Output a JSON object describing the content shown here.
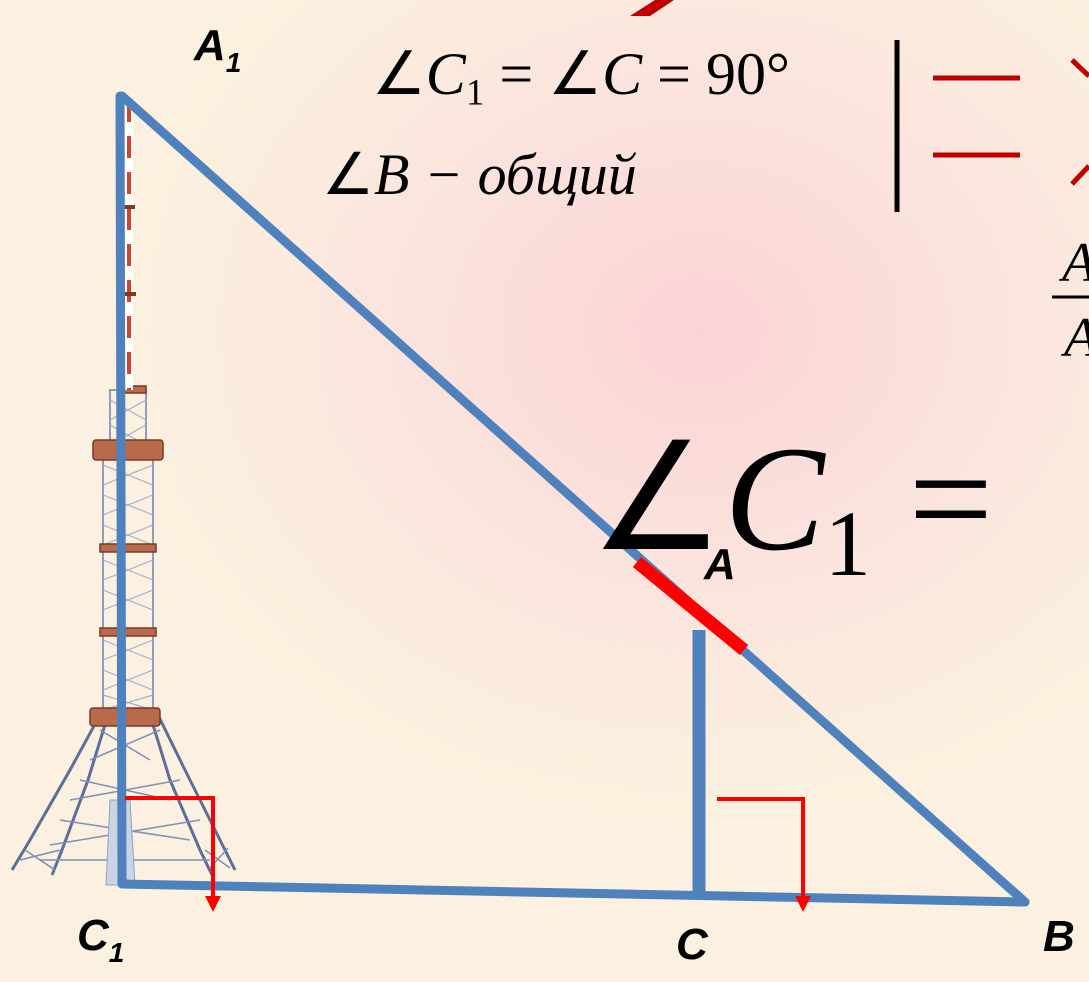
{
  "labels": {
    "a1": {
      "main": "A",
      "sub": "1"
    },
    "a": {
      "main": "A"
    },
    "c1": {
      "main": "C",
      "sub": "1"
    },
    "c": {
      "main": "C"
    },
    "b": {
      "main": "B"
    }
  },
  "conditions": {
    "line1": {
      "angle": "∠",
      "c": "C",
      "c_sub": "1",
      "eq1": " = ∠",
      "c2": "C",
      "eq2": " = ",
      "deg": "90°"
    },
    "line2": {
      "angle": "∠",
      "b": "B",
      "rest": " − общий"
    }
  },
  "big_formula": {
    "angle": "∠",
    "c": "C",
    "sub": "1",
    "eq": " ="
  },
  "fraction_partial": {
    "num": "A",
    "den": "A"
  },
  "colors": {
    "triangle": "#4f81bd",
    "highlight": "#ff0000",
    "right_angle_mark": "#ff0000",
    "brace": "#000000",
    "arrow": "#c00000",
    "title_fragment": "#c00000"
  }
}
